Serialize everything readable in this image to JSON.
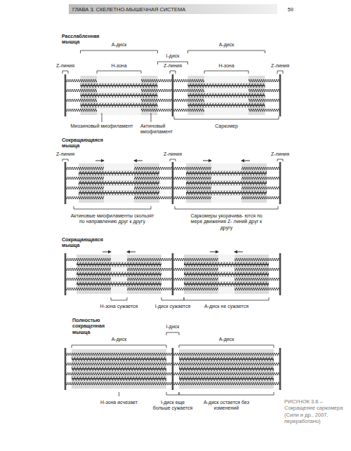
{
  "diagram": {
    "caption": "РИСУНОК 3.6 – Сокращение саркомера (Сили и др., 2007, переработано)",
    "labels": [
      "ГЛАВА 3. СКЕЛЕТНО-МЫШЕЧНАЯ СИСТЕМА",
      "59",
      "Расслабленная мышца",
      "А-диск",
      "I-диск",
      "А-диск",
      "Z-линия",
      "Н-зона",
      "Z-линия",
      "Н-зона",
      "Z-линия",
      "Миозиновый миофиламент",
      "Актиновый миофиламент",
      "Саркомер",
      "Сокращающаяся мышца",
      "Z-линия",
      "Z-линия",
      "Z-линия",
      "Актиновые миофиламенты скользят по направлению друг к другу",
      "Саркомеры укорачива- ются по мере движения Z- линий друг к другу",
      "Сокращающаяся мышца",
      "Н-зона сужается",
      "I-диск сужается",
      "А-диск не сужается",
      "Полностью сокращенная мышца",
      "I-диск",
      "А-диск",
      "А-диск",
      "Н-зона исчезает",
      "I-диск еще больше сужается",
      "А-диск остается без изменений"
    ]
  }
}
